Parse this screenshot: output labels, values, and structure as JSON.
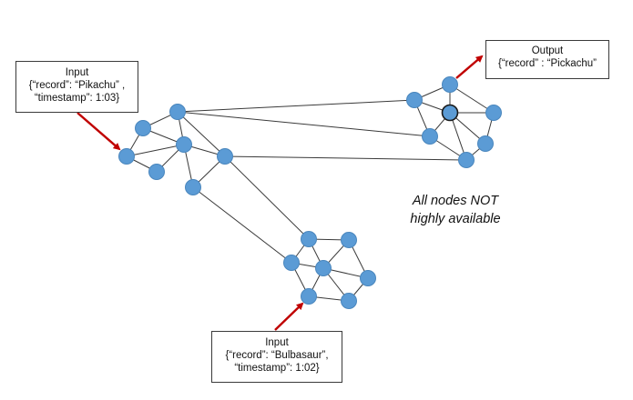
{
  "input_top": {
    "title": "Input",
    "line1": "{“record”: “Pikachu” ,",
    "line2": "“timestamp”: 1:03}"
  },
  "output": {
    "title": "Output",
    "line1": "{“record” : “Pickachu”"
  },
  "input_bottom": {
    "title": "Input",
    "line1": "{“record”: “Bulbasaur”,",
    "line2": "“timestamp”: 1:02}"
  },
  "annotation": {
    "line1": "All nodes NOT",
    "line2": "highly available"
  },
  "colors": {
    "node_fill": "#5b9bd5",
    "edge": "#3a3a3a",
    "arrow": "#c00000"
  }
}
